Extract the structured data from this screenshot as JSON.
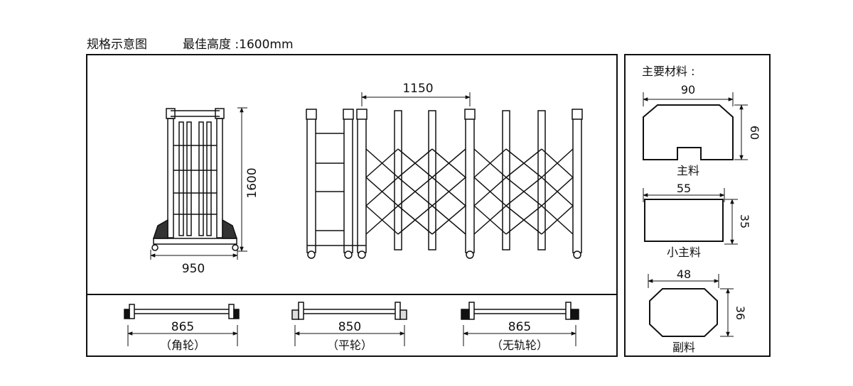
{
  "header": {
    "title": "规格示意图",
    "best_height": "最佳高度 :1600mm"
  },
  "front_view": {
    "width_label": "950",
    "height_label": "1600"
  },
  "side_view": {
    "span_label": "1150"
  },
  "wheel_types": [
    {
      "dimension": "865",
      "caption": "（角轮）"
    },
    {
      "dimension": "850",
      "caption": "（平轮）"
    },
    {
      "dimension": "865",
      "caption": "（无轨轮）"
    }
  ],
  "materials": {
    "heading": "主要材料 :",
    "main": {
      "width": "90",
      "height": "60",
      "label": "主料"
    },
    "small_main": {
      "width": "55",
      "height": "35",
      "label": "小主料"
    },
    "secondary": {
      "width": "48",
      "height": "36",
      "label": "副料"
    }
  }
}
